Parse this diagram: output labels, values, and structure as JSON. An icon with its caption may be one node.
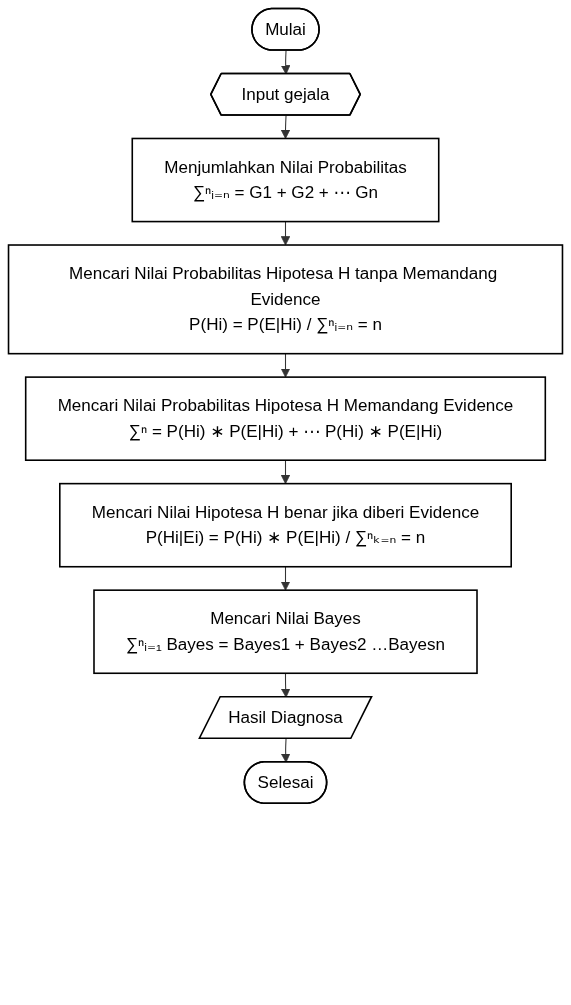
{
  "diagram": {
    "nodes": [
      {
        "text": [
          "Mulai"
        ]
      },
      {
        "text": [
          "Input gejala"
        ]
      },
      {
        "text": [
          "Menjumlahkan Nilai Probabilitas",
          "∑ⁿᵢ₌ₙ = G1 + G2 + ⋯ Gn"
        ]
      },
      {
        "text": [
          "Mencari Nilai Probabilitas Hipotesa H tanpa Memandang Evidence",
          "P(Hi) = P(E|Hi) / ∑ⁿᵢ₌ₙ = n"
        ]
      },
      {
        "text": [
          "Mencari Nilai Probabilitas Hipotesa H Memandang Evidence",
          "∑ⁿ = P(Hi) ∗ P(E|Hi) + ⋯ P(Hi) ∗ P(E|Hi)"
        ]
      },
      {
        "text": [
          "Mencari Nilai Hipotesa H benar jika diberi Evidence",
          "P(Hi|Ei) = P(Hi) ∗ P(E|Hi) / ∑ⁿₖ₌ₙ = n"
        ]
      },
      {
        "text": [
          "Mencari Nilai Bayes",
          "∑ⁿᵢ₌₁ Bayes = Bayes1 + Bayes2 …Bayesn"
        ]
      },
      {
        "text": [
          "Hasil Diagnosa"
        ]
      },
      {
        "text": [
          "Selesai"
        ]
      }
    ],
    "edges": [
      {
        "from": 0,
        "to": 1,
        "arrow": "to"
      },
      {
        "from": 1,
        "to": 2,
        "arrow": "to"
      },
      {
        "from": 2,
        "to": 3,
        "arrow": "to"
      },
      {
        "from": 3,
        "to": 4,
        "arrow": "to"
      },
      {
        "from": 4,
        "to": 5,
        "arrow": "to"
      },
      {
        "from": 5,
        "to": 6,
        "arrow": "to"
      },
      {
        "from": 6,
        "to": 7,
        "arrow": "to"
      },
      {
        "from": 7,
        "to": 8,
        "arrow": "to"
      }
    ]
  }
}
